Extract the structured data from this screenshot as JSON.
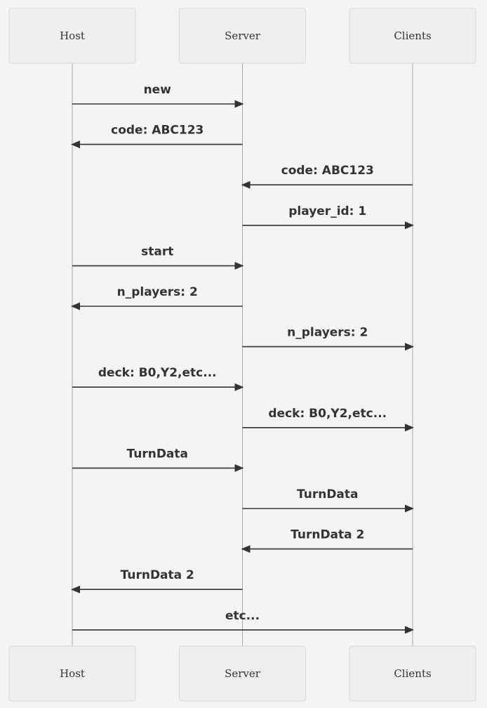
{
  "actors": [
    {
      "id": "host",
      "label": "Host"
    },
    {
      "id": "server",
      "label": "Server"
    },
    {
      "id": "clients",
      "label": "Clients"
    }
  ],
  "messages": [
    {
      "from": "host",
      "to": "server",
      "label": "new"
    },
    {
      "from": "server",
      "to": "host",
      "label": "code: ABC123"
    },
    {
      "from": "clients",
      "to": "server",
      "label": "code: ABC123"
    },
    {
      "from": "server",
      "to": "clients",
      "label": "player_id: 1"
    },
    {
      "from": "host",
      "to": "server",
      "label": "start"
    },
    {
      "from": "server",
      "to": "host",
      "label": "n_players: 2"
    },
    {
      "from": "server",
      "to": "clients",
      "label": "n_players: 2"
    },
    {
      "from": "host",
      "to": "server",
      "label": "deck: B0,Y2,etc..."
    },
    {
      "from": "server",
      "to": "clients",
      "label": "deck: B0,Y2,etc..."
    },
    {
      "from": "host",
      "to": "server",
      "label": "TurnData"
    },
    {
      "from": "server",
      "to": "clients",
      "label": "TurnData"
    },
    {
      "from": "clients",
      "to": "server",
      "label": "TurnData 2"
    },
    {
      "from": "server",
      "to": "host",
      "label": "TurnData 2"
    },
    {
      "from": "host",
      "to": "clients",
      "label": "etc..."
    }
  ]
}
